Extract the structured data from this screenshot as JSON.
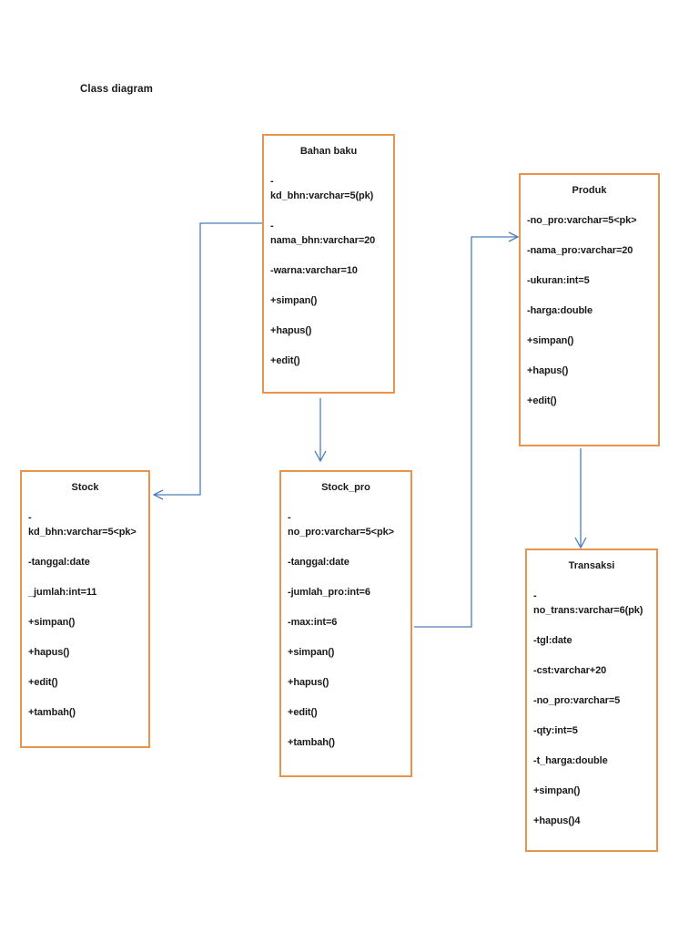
{
  "title": "Class diagram",
  "colors": {
    "box_border": "#E8944A",
    "connector": "#4A7EBB",
    "text": "#1a1a1a",
    "background": "#ffffff"
  },
  "classes": [
    {
      "id": "bahan-baku",
      "name": "Bahan baku",
      "members": [
        "-\nkd_bhn:varchar=5(pk)",
        "-\nnama_bhn:varchar=20",
        "-warna:varchar=10",
        "+simpan()",
        "+hapus()",
        "+edit()"
      ]
    },
    {
      "id": "produk",
      "name": "Produk",
      "members": [
        "-no_pro:varchar=5<pk>",
        "-nama_pro:varchar=20",
        "-ukuran:int=5",
        "-harga:double",
        "+simpan()",
        "+hapus()",
        "+edit()"
      ]
    },
    {
      "id": "stock",
      "name": "Stock",
      "members": [
        "-\nkd_bhn:varchar=5<pk>",
        "-tanggal:date",
        "_jumlah:int=11",
        "+simpan()",
        "+hapus()",
        "+edit()",
        "+tambah()"
      ]
    },
    {
      "id": "stock-pro",
      "name": "Stock_pro",
      "members": [
        "-\nno_pro:varchar=5<pk>",
        "-tanggal:date",
        "-jumlah_pro:int=6",
        "-max:int=6",
        "+simpan()",
        "+hapus()",
        "+edit()",
        "+tambah()"
      ]
    },
    {
      "id": "transaksi",
      "name": "Transaksi",
      "members": [
        "-\nno_trans:varchar=6(pk)",
        "-tgl:date",
        "-cst:varchar+20",
        "-no_pro:varchar=5",
        "-qty:int=5",
        "-t_harga:double",
        "+simpan()",
        "+hapus()4"
      ]
    }
  ],
  "connectors": [
    {
      "id": "bahan-baku-to-stock",
      "from": "bahan-baku",
      "to": "stock"
    },
    {
      "id": "bahan-baku-to-stock-pro",
      "from": "bahan-baku",
      "to": "stock-pro"
    },
    {
      "id": "stock-pro-to-produk",
      "from": "stock-pro",
      "to": "produk"
    },
    {
      "id": "produk-to-transaksi",
      "from": "produk",
      "to": "transaksi"
    }
  ]
}
